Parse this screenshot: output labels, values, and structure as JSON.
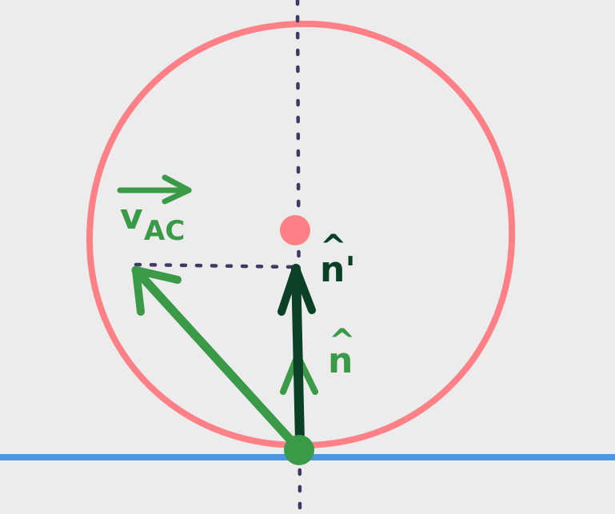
{
  "labels": {
    "v_main": "v",
    "v_sub": "AC",
    "n_prime": "n'",
    "n": "n",
    "hat": "^"
  },
  "colors": {
    "background": "#ececed",
    "circle": "#ff8086",
    "center_dot": "#ff8086",
    "ground_line": "#4c97e0",
    "dotted": "#3d3b63",
    "green": "#3a9a48",
    "dark_green": "#0b3f26"
  }
}
